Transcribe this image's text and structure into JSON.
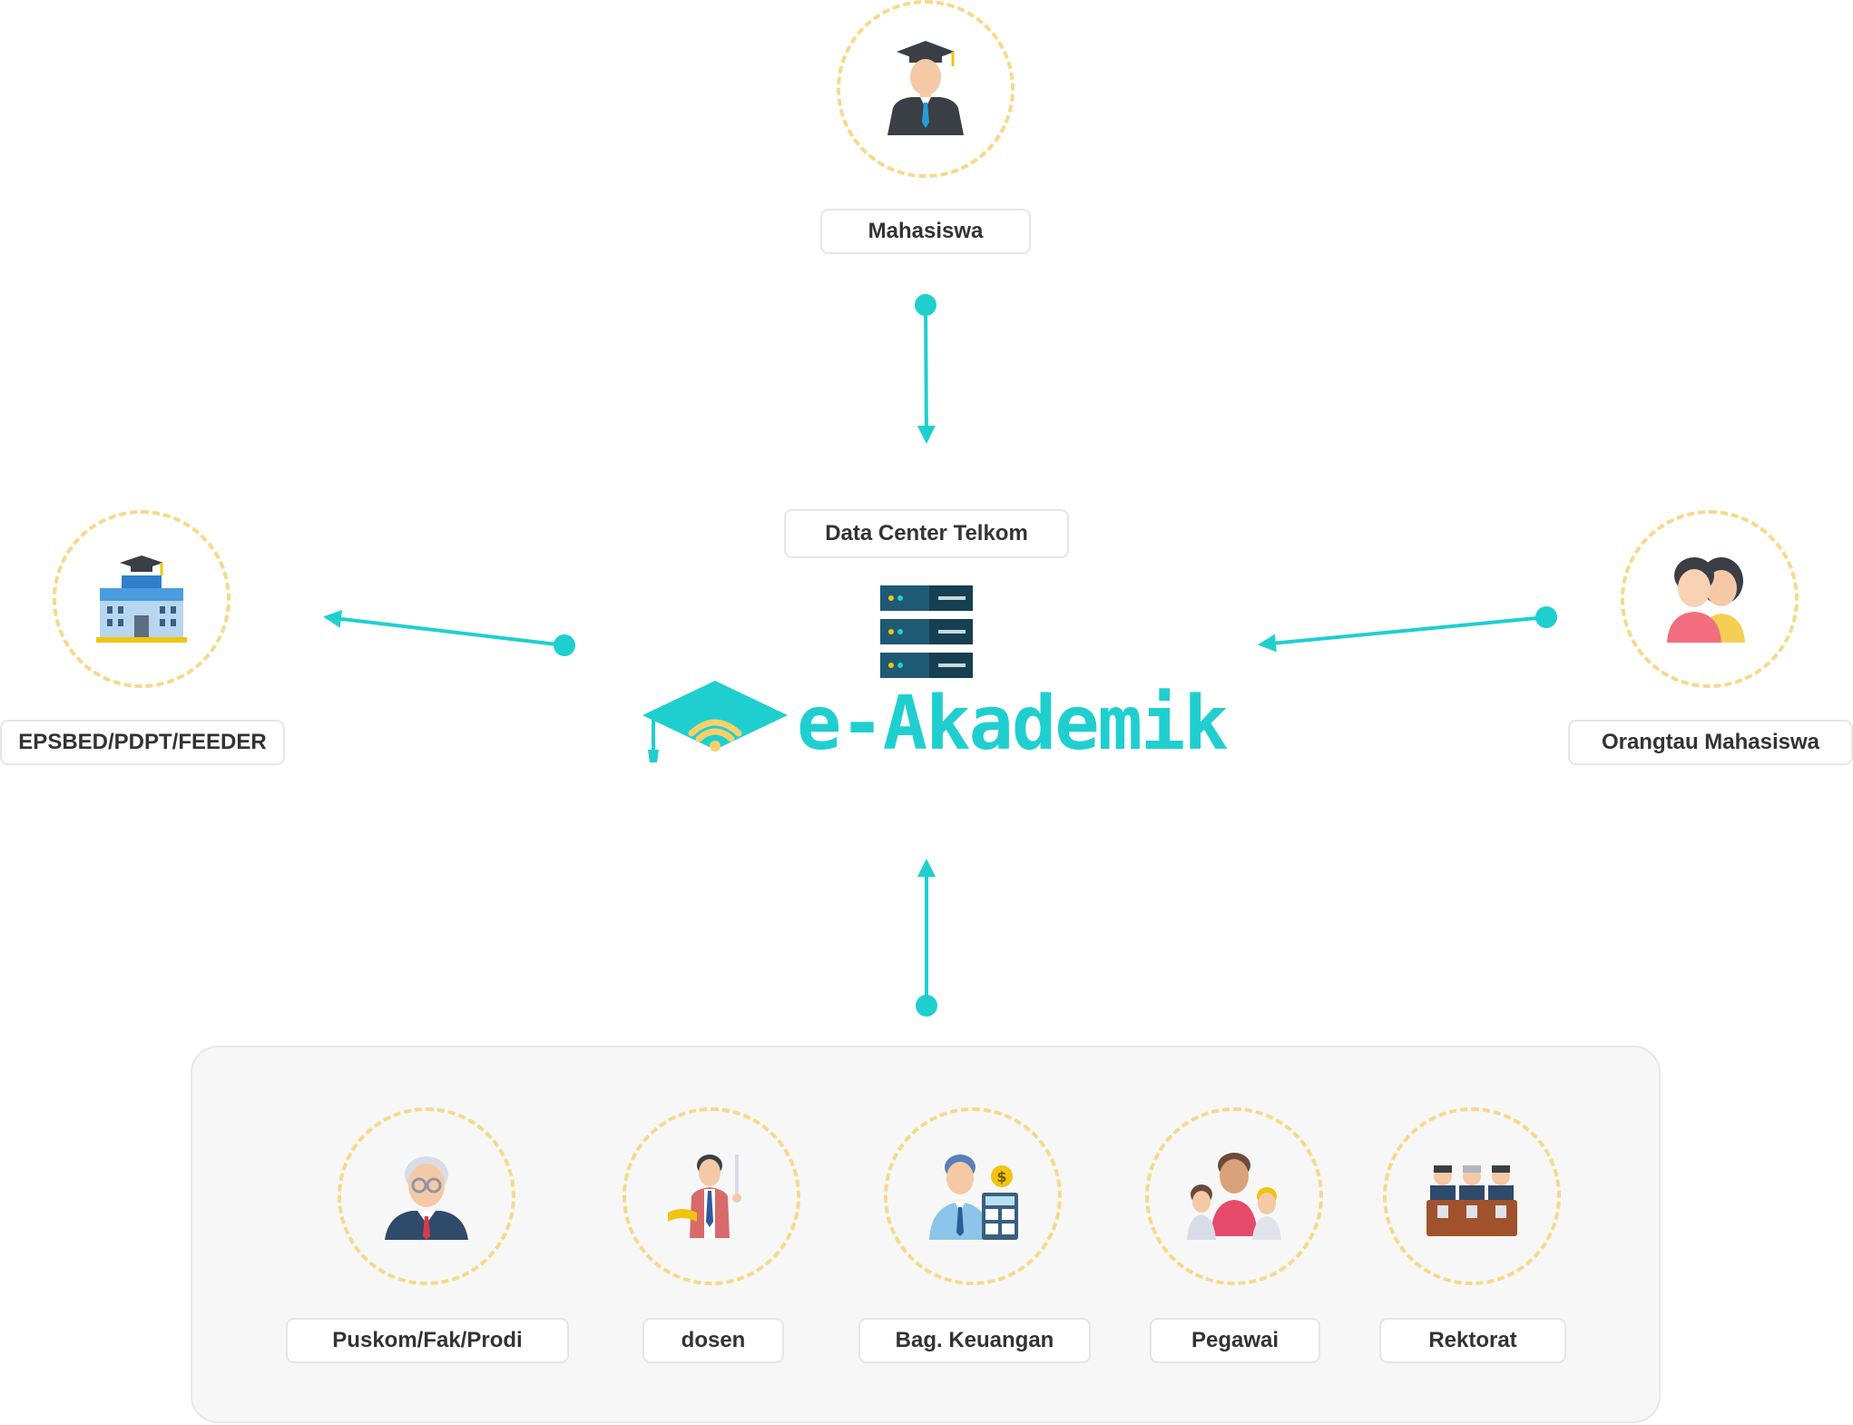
{
  "center": {
    "label": "Data Center Telkom",
    "brand": "e-Akademik"
  },
  "nodes": {
    "top": {
      "label": "Mahasiswa",
      "icon": "graduate-icon"
    },
    "left": {
      "label": "EPSBED/PDPT/FEEDER",
      "icon": "university-building-icon"
    },
    "right": {
      "label": "Orangtau Mahasiswa",
      "icon": "parents-icon"
    }
  },
  "group": {
    "items": [
      {
        "label": "Puskom/Fak/Prodi",
        "icon": "old-man-icon"
      },
      {
        "label": "dosen",
        "icon": "teacher-icon"
      },
      {
        "label": "Bag. Keuangan",
        "icon": "accountant-icon"
      },
      {
        "label": "Pegawai",
        "icon": "employees-icon"
      },
      {
        "label": "Rektorat",
        "icon": "board-meeting-icon"
      }
    ]
  },
  "colors": {
    "accent": "#1fcfd0",
    "dash": "#f7d98a",
    "panel": "#f7f7f7"
  }
}
